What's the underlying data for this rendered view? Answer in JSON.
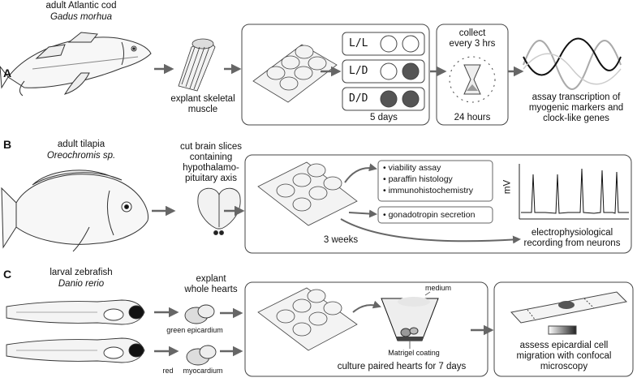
{
  "panels": {
    "A": {
      "label": "A",
      "organism": "adult Atlantic cod",
      "species": "Gadus morhua",
      "step1": [
        "explant skeletal",
        "muscle"
      ],
      "conditions": [
        "L/L",
        "L/D",
        "D/D"
      ],
      "culture_duration": "5 days",
      "collect": [
        "collect",
        "every 3 hrs"
      ],
      "collect_duration": "24 hours",
      "assay": [
        "assay transcription of",
        "myogenic markers and",
        "clock-like genes"
      ]
    },
    "B": {
      "label": "B",
      "organism": "adult tilapia",
      "species": "Oreochromis sp.",
      "step1": [
        "cut brain slices",
        "containing",
        "hypothalamo-",
        "pituitary axis"
      ],
      "assays": [
        "• viability assay",
        "• paraffin histology",
        "• immunohistochemistry"
      ],
      "secretion": "• gonadotropin secretion",
      "culture_duration": "3 weeks",
      "ylabel": "mV",
      "recording": [
        "electrophysiological",
        "recording from neurons"
      ]
    },
    "C": {
      "label": "C",
      "organism": "larval zebrafish",
      "species": "Danio rerio",
      "step1": [
        "explant",
        "whole hearts"
      ],
      "heart1": "green epicardium",
      "heart2_a": "red",
      "heart2_b": "myocardium",
      "medium": "medium",
      "matrigel": "Matrigel coating",
      "culture": "culture paired hearts for 7 days",
      "assess": [
        "assess epicardial cell",
        "migration with confocal",
        "microscopy"
      ]
    }
  }
}
